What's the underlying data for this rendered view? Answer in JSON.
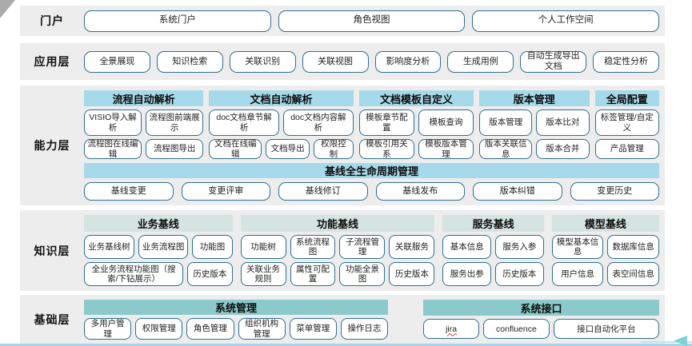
{
  "layers": {
    "portal": {
      "label": "门户",
      "items": [
        "系统门户",
        "角色视图",
        "个人工作空间"
      ]
    },
    "application": {
      "label": "应用层",
      "items": [
        "全景展现",
        "知识检索",
        "关联识别",
        "关联视图",
        "影响度分析",
        "生成用例",
        "自动生成导出文档",
        "稳定性分析"
      ]
    },
    "capability": {
      "label": "能力层",
      "groups": [
        {
          "title": "流程自动解析",
          "rows": [
            [
              "VISIO导入解析",
              "流程图前端展示"
            ],
            [
              "流程图在线编辑",
              "流程图导出"
            ]
          ]
        },
        {
          "title": "文档自动解析",
          "rows": [
            [
              "doc文档章节解析",
              "doc文档内容解析"
            ],
            [
              "文档在线编辑",
              "文档导出",
              "权限控制"
            ]
          ]
        },
        {
          "title": "文档模板自定义",
          "rows": [
            [
              "模板章节配置",
              "模板查询"
            ],
            [
              "模板引用关系",
              "模板版本管理"
            ]
          ]
        },
        {
          "title": "版本管理",
          "rows": [
            [
              "版本管理",
              "版本比对"
            ],
            [
              "版本关联信息",
              "版本合并"
            ]
          ]
        },
        {
          "title": "全局配置",
          "rows": [
            [
              "标签管理/自定义"
            ],
            [
              "产品管理"
            ]
          ]
        }
      ],
      "baseline": {
        "title": "基线全生命周期管理",
        "items": [
          "基线变更",
          "变更评审",
          "基线修订",
          "基线发布",
          "版本纠错",
          "变更历史"
        ]
      }
    },
    "knowledge": {
      "label": "知识层",
      "groups": [
        {
          "title": "业务基线",
          "rows": [
            [
              "业务基线树",
              "业务流程图",
              "功能图"
            ],
            [
              "全业务流程功能图（搜索/下钻展示）",
              "历史版本"
            ]
          ]
        },
        {
          "title": "功能基线",
          "rows": [
            [
              "功能树",
              "系统流程图",
              "子流程管理",
              "关联服务"
            ],
            [
              "关联业务规则",
              "属性可配置",
              "功能全景图",
              "历史版本"
            ]
          ]
        },
        {
          "title": "服务基线",
          "rows": [
            [
              "基本信息",
              "服务入参"
            ],
            [
              "服务出参",
              "历史版本"
            ]
          ]
        },
        {
          "title": "模型基线",
          "rows": [
            [
              "模型基本信息",
              "数据库信息"
            ],
            [
              "用户信息",
              "表空间信息"
            ]
          ]
        }
      ]
    },
    "foundation": {
      "label": "基础层",
      "groups": [
        {
          "title": "系统管理",
          "items": [
            "多用户管理",
            "权限管理",
            "角色管理",
            "组织机构管理",
            "菜单管理",
            "操作日志"
          ]
        },
        {
          "title": "系统接口",
          "items": [
            "jira",
            "confluence",
            "接口自动化平台"
          ]
        }
      ]
    }
  },
  "colors": {
    "band_bg": "#ededed",
    "node_border": "#2f6e8f",
    "header_blue": "#a6d9e9",
    "header_pale": "#d5e3e1",
    "header_teal": "#8cc9ca",
    "misspell_underline": "#e05252",
    "bottom_line": "#a9d4e8",
    "arrow_teal": "#7ed1d6",
    "corner_gray": "#ababab"
  }
}
